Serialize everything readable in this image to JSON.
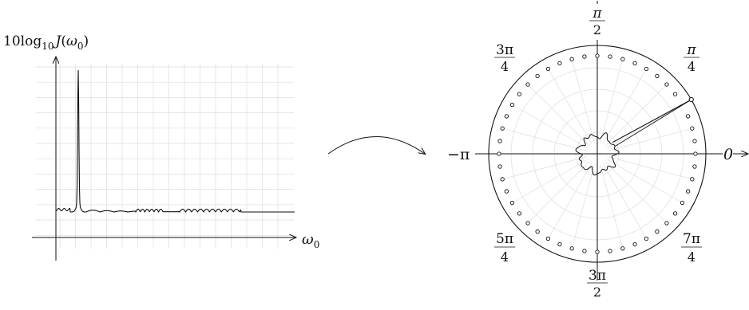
{
  "left_plot": {
    "y_label": {
      "prefix": "10",
      "log_text": "log",
      "log_sub": "10",
      "func": "J",
      "arg_open": "(",
      "omega": "ω",
      "omega_sub": "0",
      "arg_close": ")"
    },
    "x_label": {
      "omega": "ω",
      "sub": "0"
    }
  },
  "polar_plot": {
    "labels": {
      "right": "0",
      "left": "−π",
      "top": {
        "num": "π",
        "den": "2"
      },
      "bottom": {
        "num": "3π",
        "den": "2"
      },
      "quad_1": {
        "num": "π",
        "den": "4"
      },
      "quad_2": {
        "num": "3π",
        "den": "4"
      },
      "quad_3": {
        "num": "5π",
        "den": "4"
      },
      "quad_4": {
        "num": "7π",
        "den": "4"
      }
    },
    "marker_count": 48,
    "highlighted_angle_deg": 30
  },
  "colors": {
    "ink": "#111111",
    "grid": "#dddddd"
  }
}
